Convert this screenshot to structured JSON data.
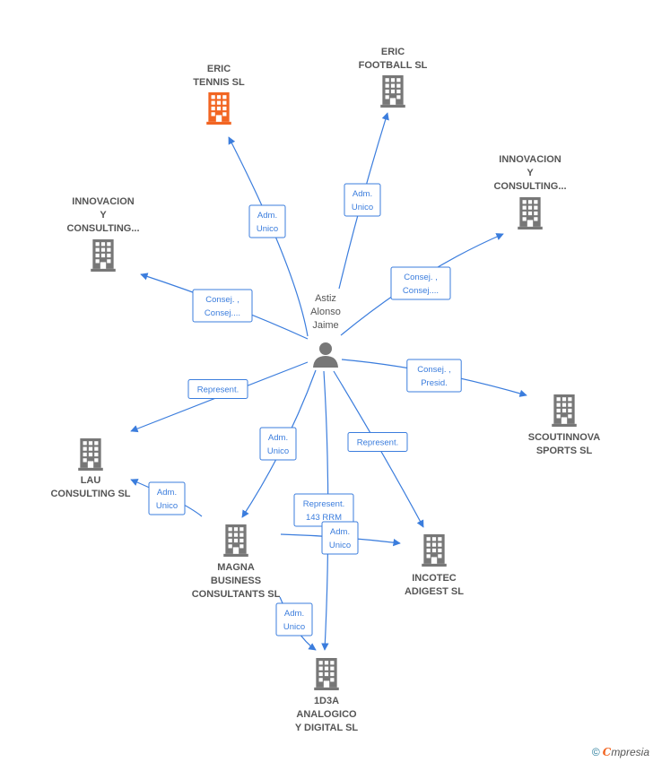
{
  "colors": {
    "edge": "#3b7ddd",
    "building": "#777777",
    "building_highlight": "#f26522",
    "person": "#777777"
  },
  "nodes": [
    {
      "id": "eric-tennis",
      "type": "company",
      "highlight": true,
      "lines": [
        "ERIC",
        "TENNIS  SL"
      ]
    },
    {
      "id": "eric-football",
      "type": "company",
      "highlight": false,
      "lines": [
        "ERIC",
        "FOOTBALL  SL"
      ]
    },
    {
      "id": "innovacion-right",
      "type": "company",
      "highlight": false,
      "lines": [
        "INNOVACION",
        "Y",
        "CONSULTING..."
      ]
    },
    {
      "id": "innovacion-left",
      "type": "company",
      "highlight": false,
      "lines": [
        "INNOVACION",
        "Y",
        "CONSULTING..."
      ]
    },
    {
      "id": "astiz",
      "type": "person",
      "highlight": false,
      "lines": [
        "Astiz",
        "Alonso",
        "Jaime"
      ]
    },
    {
      "id": "scoutinnova",
      "type": "company",
      "highlight": false,
      "lines": [
        "SCOUTINNOVA",
        "SPORTS  SL"
      ]
    },
    {
      "id": "lau",
      "type": "company",
      "highlight": false,
      "lines": [
        "LAU",
        "CONSULTING SL"
      ]
    },
    {
      "id": "magna",
      "type": "company",
      "highlight": false,
      "lines": [
        "MAGNA",
        "BUSINESS",
        "CONSULTANTS SL"
      ]
    },
    {
      "id": "incotec",
      "type": "company",
      "highlight": false,
      "lines": [
        "INCOTEC",
        "ADIGEST  SL"
      ]
    },
    {
      "id": "1d3a",
      "type": "company",
      "highlight": false,
      "lines": [
        "1D3A",
        "ANALOGICO",
        "Y DIGITAL SL"
      ]
    }
  ],
  "edges": [
    {
      "id": "e1",
      "lines": [
        "Adm.",
        "Unico"
      ]
    },
    {
      "id": "e2",
      "lines": [
        "Adm.",
        "Unico"
      ]
    },
    {
      "id": "e3",
      "lines": [
        "Consej. ,",
        "Consej...."
      ]
    },
    {
      "id": "e4",
      "lines": [
        "Consej. ,",
        "Consej...."
      ]
    },
    {
      "id": "e5",
      "lines": [
        "Consej. ,",
        "Presid."
      ]
    },
    {
      "id": "e6",
      "lines": [
        "Represent."
      ]
    },
    {
      "id": "e7",
      "lines": [
        "Adm.",
        "Unico"
      ]
    },
    {
      "id": "e8",
      "lines": [
        "Represent."
      ]
    },
    {
      "id": "e9",
      "lines": [
        "Represent.",
        "143 RRM"
      ]
    },
    {
      "id": "e10",
      "lines": [
        "Adm.",
        "Unico"
      ]
    },
    {
      "id": "e11",
      "lines": [
        "Adm.",
        "Unico"
      ]
    },
    {
      "id": "e12",
      "lines": [
        "Adm.",
        "Unico"
      ]
    }
  ],
  "footer": {
    "copyright": "©",
    "brand_first": "C",
    "brand_rest": "mpresia"
  }
}
